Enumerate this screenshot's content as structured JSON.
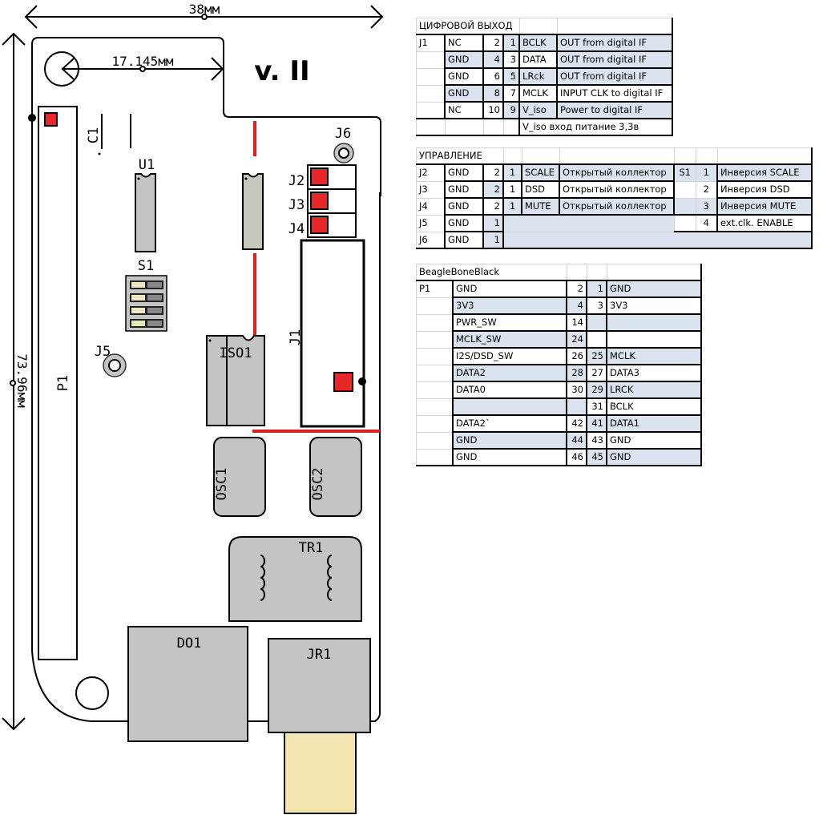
{
  "drawing": {
    "width_dimension": "38мм",
    "height_dimension": "73.96мм",
    "hole_dimension": "17.145мм",
    "version": "v. II",
    "components": {
      "P1": "P1",
      "C1": "C1",
      "U1": "U1",
      "S1": "S1",
      "J5": "J5",
      "J6": "J6",
      "J2": "J2",
      "J3": "J3",
      "J4": "J4",
      "J1": "J1",
      "ISO1": "ISO1",
      "OSC1": "OSC1",
      "OSC2": "OSC2",
      "TR1": "TR1",
      "DO1": "DO1",
      "JR1": "JR1"
    },
    "colors": {
      "pad_red": "#e82828",
      "trace_red": "#e01e1e",
      "component_grey": "#c4c4c4",
      "connector_yellow": "#f3e6b0",
      "switch_cream": "#efe8c0"
    }
  },
  "table_digital": {
    "title": "ЦИФРОВОЙ ВЫХОД",
    "rows": [
      {
        "ref": "J1",
        "left": "NC",
        "pin_even": "2",
        "pin_odd": "1",
        "signal": "BCLK",
        "desc": "OUT from digital IF"
      },
      {
        "ref": "",
        "left": "GND",
        "pin_even": "4",
        "pin_odd": "3",
        "signal": "DATA",
        "desc": "OUT from digital IF"
      },
      {
        "ref": "",
        "left": "GND",
        "pin_even": "6",
        "pin_odd": "5",
        "signal": "LRck",
        "desc": "OUT from digital IF"
      },
      {
        "ref": "",
        "left": "GND",
        "pin_even": "8",
        "pin_odd": "7",
        "signal": "MCLK",
        "desc": "INPUT CLK to digital IF"
      },
      {
        "ref": "",
        "left": "NC",
        "pin_even": "10",
        "pin_odd": "9",
        "signal": "V_iso",
        "desc": "Power to digital IF"
      }
    ],
    "note": "V_iso вход питание 3,3в"
  },
  "table_control": {
    "title": "УПРАВЛЕНИЕ",
    "rows": [
      {
        "ref": "J2",
        "left": "GND",
        "pin_a": "2",
        "pin_b": "1",
        "signal": "SCALE",
        "desc": "Открытый коллектор",
        "sw": "S1",
        "sw_pin": "1",
        "sw_desc": "Инверсия SCALE"
      },
      {
        "ref": "J3",
        "left": "GND",
        "pin_a": "2",
        "pin_b": "1",
        "signal": "DSD",
        "desc": "Открытый коллектор",
        "sw": "",
        "sw_pin": "2",
        "sw_desc": "Инверсия DSD"
      },
      {
        "ref": "J4",
        "left": "GND",
        "pin_a": "2",
        "pin_b": "1",
        "signal": "MUTE",
        "desc": "Открытый коллектор",
        "sw": "",
        "sw_pin": "3",
        "sw_desc": "Инверсия MUTE"
      },
      {
        "ref": "J5",
        "left": "GND",
        "pin_a": "1",
        "sw": "",
        "sw_pin": "4",
        "sw_desc": "ext.clk. ENABLE"
      },
      {
        "ref": "J6",
        "left": "GND",
        "pin_a": "1"
      }
    ]
  },
  "table_bbb": {
    "title": "BeagleBoneBlack",
    "rows": [
      {
        "ref": "P1",
        "left": "GND",
        "pin_even": "2",
        "pin_odd": "1",
        "right": "GND"
      },
      {
        "ref": "",
        "left": "3V3",
        "pin_even": "4",
        "pin_odd": "3",
        "right": "3V3"
      },
      {
        "ref": "",
        "left": "PWR_SW",
        "pin_even": "14",
        "pin_odd": "",
        "right": ""
      },
      {
        "ref": "",
        "left": "MCLK_SW",
        "pin_even": "24",
        "pin_odd": "",
        "right": ""
      },
      {
        "ref": "",
        "left": "I2S/DSD_SW",
        "pin_even": "26",
        "pin_odd": "25",
        "right": "MCLK"
      },
      {
        "ref": "",
        "left": "DATA2",
        "pin_even": "28",
        "pin_odd": "27",
        "right": "DATA3"
      },
      {
        "ref": "",
        "left": "DATA0",
        "pin_even": "30",
        "pin_odd": "29",
        "right": "LRCK"
      },
      {
        "ref": "",
        "left": "",
        "pin_even": "",
        "pin_odd": "31",
        "right": "BCLK"
      },
      {
        "ref": "",
        "left": "DATA2`",
        "pin_even": "42",
        "pin_odd": "41",
        "right": "DATA1"
      },
      {
        "ref": "",
        "left": "GND",
        "pin_even": "44",
        "pin_odd": "43",
        "right": "GND"
      },
      {
        "ref": "",
        "left": "GND",
        "pin_even": "46",
        "pin_odd": "45",
        "right": "GND"
      }
    ]
  }
}
